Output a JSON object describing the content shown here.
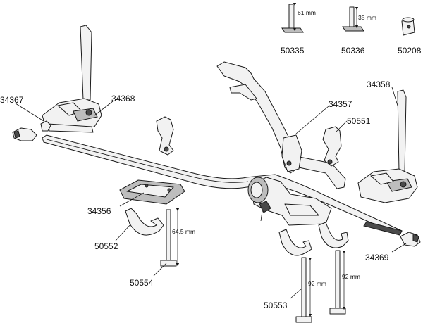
{
  "parts": {
    "p50335": "50335",
    "p50336": "50336",
    "p50208": "50208",
    "p34367": "34367",
    "p34368": "34368",
    "p34357": "34357",
    "p34358": "34358",
    "p50551": "50551",
    "p34356": "34356",
    "p50552": "50552",
    "p50554": "50554",
    "p50553": "50553",
    "p34369": "34369"
  },
  "dimensions": {
    "d61": "61 mm",
    "d35": "35 mm",
    "d645": "64,5 mm",
    "d92a": "92 mm",
    "d92b": "92 mm"
  }
}
